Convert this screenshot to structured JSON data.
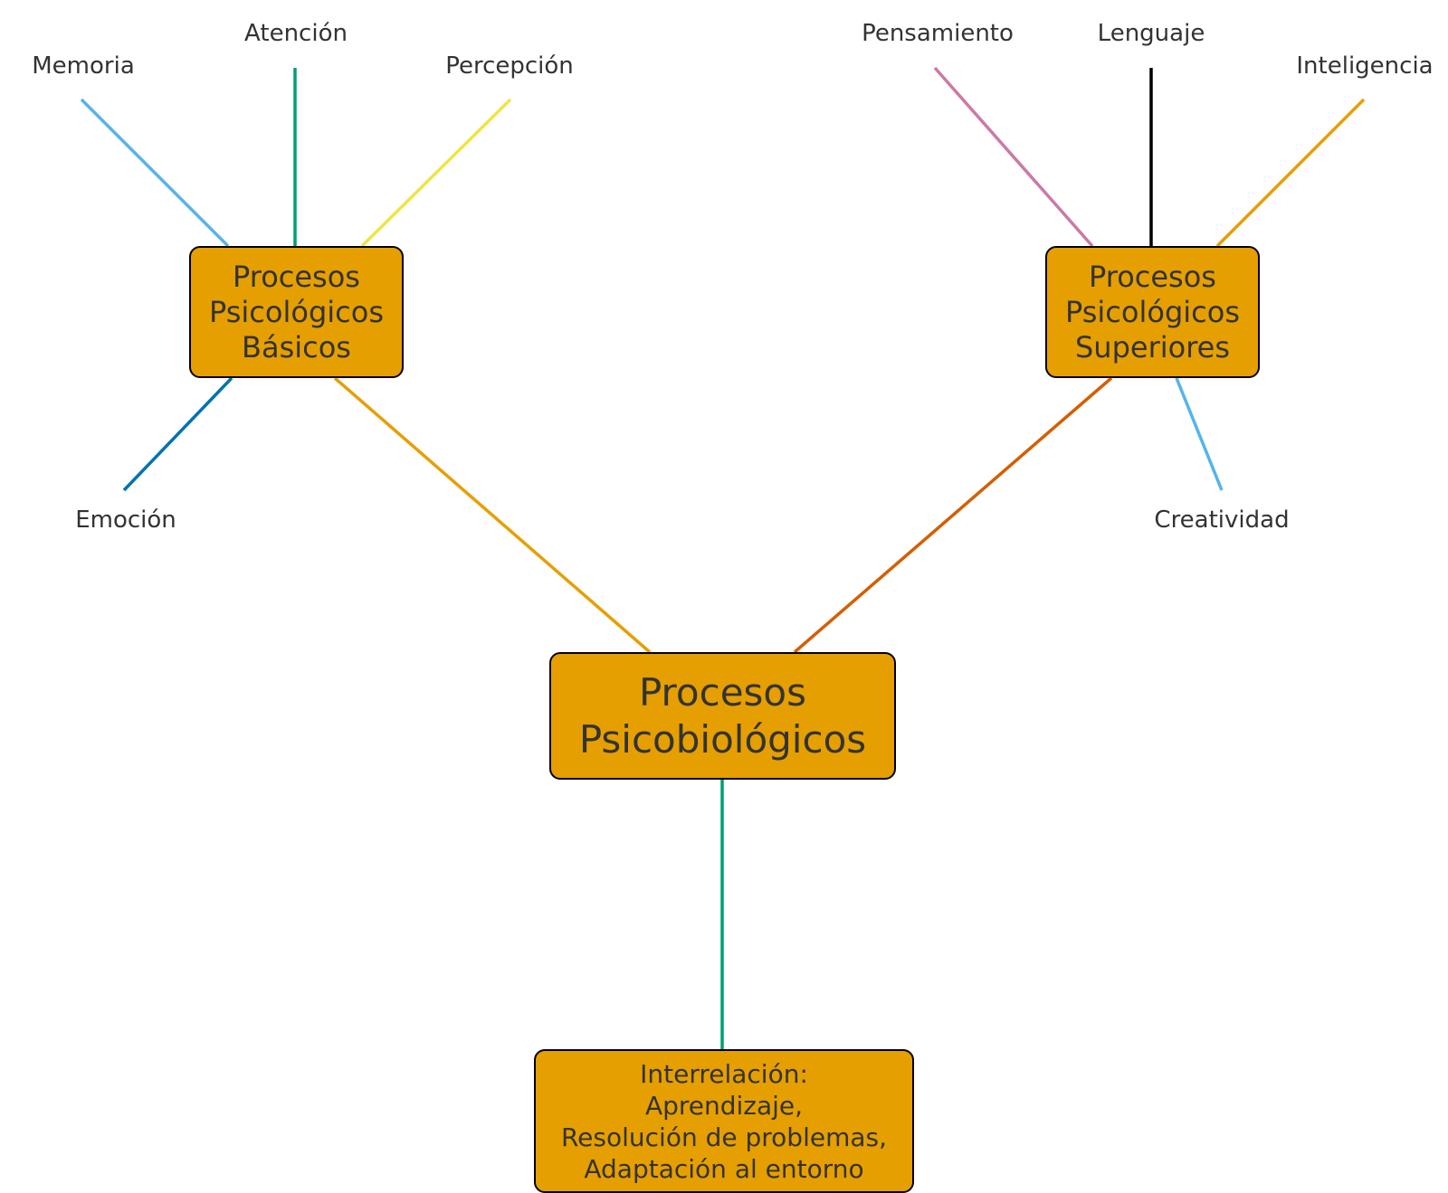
{
  "diagram": {
    "root": {
      "label": "Procesos\nPsicobiológicos"
    },
    "groups": [
      {
        "id": "basic",
        "label": "Procesos\nPsicológicos\nBásicos",
        "link_color": "#E69F00",
        "children": [
          {
            "label": "Memoria",
            "color": "#56B4E9"
          },
          {
            "label": "Atención",
            "color": "#009E73"
          },
          {
            "label": "Percepción",
            "color": "#F0E442"
          },
          {
            "label": "Emoción",
            "color": "#0072B2"
          }
        ]
      },
      {
        "id": "sup",
        "label": "Procesos\nPsicológicos\nSuperiores",
        "link_color": "#D55E00",
        "children": [
          {
            "label": "Pensamiento",
            "color": "#CC79A7"
          },
          {
            "label": "Lenguaje",
            "color": "#000000"
          },
          {
            "label": "Inteligencia",
            "color": "#E69F00"
          },
          {
            "label": "Creatividad",
            "color": "#56B4E9"
          }
        ]
      }
    ],
    "interrelation": {
      "label": "Interrelación:\nAprendizaje,\nResolución de problemas,\nAdaptación al entorno",
      "link_color": "#009E73"
    },
    "node_fill": "#E69F00"
  }
}
